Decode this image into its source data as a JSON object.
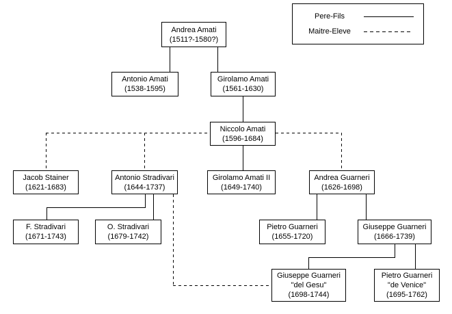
{
  "legend": {
    "items": [
      {
        "label": "Pere-Fils",
        "line_style": "solid"
      },
      {
        "label": "Maitre-Eleve",
        "line_style": "dashed"
      }
    ]
  },
  "nodes": [
    {
      "id": "andrea-amati",
      "name": "Andrea Amati",
      "years": "(1511?-1580?)"
    },
    {
      "id": "antonio-amati",
      "name": "Antonio Amati",
      "years": "(1538-1595)"
    },
    {
      "id": "girolamo-amati",
      "name": "Girolamo Amati",
      "years": "(1561-1630)"
    },
    {
      "id": "niccolo-amati",
      "name": "Niccolo Amati",
      "years": "(1596-1684)"
    },
    {
      "id": "jacob-stainer",
      "name": "Jacob Stainer",
      "years": "(1621-1683)"
    },
    {
      "id": "antonio-stradivari",
      "name": "Antonio Stradivari",
      "years": "(1644-1737)"
    },
    {
      "id": "girolamo-amati-ii",
      "name": "Girolamo Amati II",
      "years": "(1649-1740)"
    },
    {
      "id": "andrea-guarneri",
      "name": "Andrea Guarneri",
      "years": "(1626-1698)"
    },
    {
      "id": "f-stradivari",
      "name": "F. Stradivari",
      "years": "(1671-1743)"
    },
    {
      "id": "o-stradivari",
      "name": "O. Stradivari",
      "years": "(1679-1742)"
    },
    {
      "id": "pietro-guarneri",
      "name": "Pietro Guarneri",
      "years": "(1655-1720)"
    },
    {
      "id": "giuseppe-guarneri",
      "name": "Giuseppe Guarneri",
      "years": "(1666-1739)"
    },
    {
      "id": "giuseppe-guarneri-del-gesu",
      "name": "Giuseppe Guarneri",
      "nickname": "\"del Gesu\"",
      "years": "(1698-1744)"
    },
    {
      "id": "pietro-guarneri-de-venice",
      "name": "Pietro Guarneri",
      "nickname": "\"de Venice\"",
      "years": "(1695-1762)"
    }
  ],
  "edges": [
    {
      "type": "pere-fils",
      "from": "andrea-amati",
      "to": "antonio-amati"
    },
    {
      "type": "pere-fils",
      "from": "andrea-amati",
      "to": "girolamo-amati"
    },
    {
      "type": "pere-fils",
      "from": "girolamo-amati",
      "to": "niccolo-amati"
    },
    {
      "type": "pere-fils",
      "from": "niccolo-amati",
      "to": "girolamo-amati-ii"
    },
    {
      "type": "pere-fils",
      "from": "antonio-stradivari",
      "to": "f-stradivari"
    },
    {
      "type": "pere-fils",
      "from": "antonio-stradivari",
      "to": "o-stradivari"
    },
    {
      "type": "pere-fils",
      "from": "andrea-guarneri",
      "to": "pietro-guarneri"
    },
    {
      "type": "pere-fils",
      "from": "andrea-guarneri",
      "to": "giuseppe-guarneri"
    },
    {
      "type": "pere-fils",
      "from": "giuseppe-guarneri",
      "to": "giuseppe-guarneri-del-gesu"
    },
    {
      "type": "pere-fils",
      "from": "giuseppe-guarneri",
      "to": "pietro-guarneri-de-venice"
    },
    {
      "type": "maitre-eleve",
      "from": "niccolo-amati",
      "to": "jacob-stainer"
    },
    {
      "type": "maitre-eleve",
      "from": "niccolo-amati",
      "to": "antonio-stradivari"
    },
    {
      "type": "maitre-eleve",
      "from": "niccolo-amati",
      "to": "andrea-guarneri"
    },
    {
      "type": "maitre-eleve",
      "from": "antonio-stradivari",
      "to": "giuseppe-guarneri-del-gesu"
    }
  ],
  "colors": {
    "line": "#000000",
    "box_border": "#000000",
    "box_background": "#ffffff",
    "page_background": "#ffffff",
    "text": "#000000"
  }
}
